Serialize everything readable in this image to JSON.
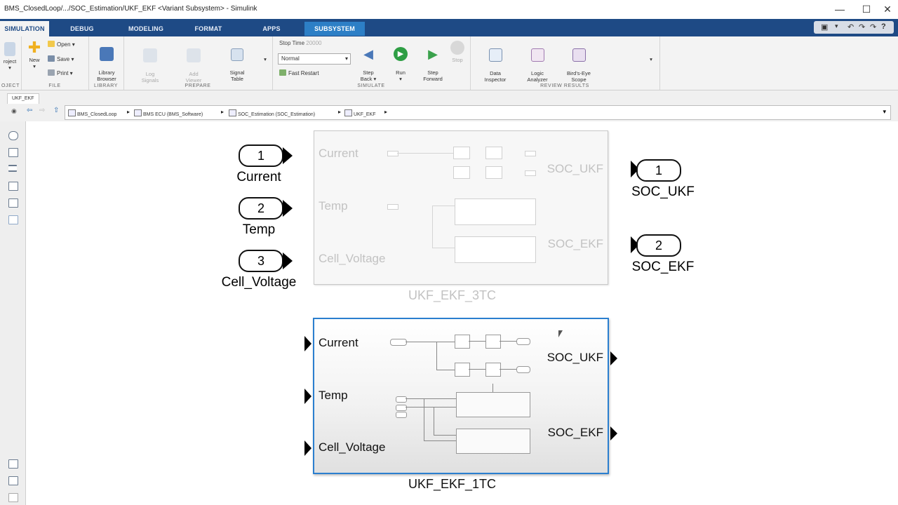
{
  "window": {
    "title": "BMS_ClosedLoop/.../SOC_Estimation/UKF_EKF  <Variant Subsystem> - Simulink",
    "controls": [
      "—",
      "☐",
      "✕"
    ]
  },
  "ribbon_tabs": [
    {
      "label": "SIMULATION"
    },
    {
      "label": "DEBUG"
    },
    {
      "label": "MODELING"
    },
    {
      "label": "FORMAT"
    },
    {
      "label": "APPS"
    },
    {
      "label": "SUBSYSTEM"
    }
  ],
  "toolstrip": {
    "project": {
      "label": "roject",
      "group": "OJECT"
    },
    "file": {
      "new": "New",
      "open": "Open",
      "save": "Save",
      "print": "Print",
      "group": "FILE"
    },
    "library": {
      "label": "Library\nBrowser",
      "group": "LIBRARY"
    },
    "prepare": {
      "log_signals": "Log\nSignals",
      "add_viewer": "Add\nViewer",
      "signal_table": "Signal\nTable",
      "group": "PREPARE"
    },
    "simulate": {
      "stop_time_label": "Stop Time",
      "stop_time_value": "20000",
      "mode": "Normal",
      "fast_restart": "Fast Restart",
      "step_back": "Step\nBack",
      "run": "Run",
      "step_forward": "Step\nForward",
      "stop": "Stop",
      "group": "SIMULATE"
    },
    "review": {
      "data_inspector": "Data\nInspector",
      "logic_analyzer": "Logic\nAnalyzer",
      "birds_eye": "Bird's-Eye\nScope",
      "group": "REVIEW RESULTS"
    }
  },
  "model_tab": "UKF_EKF",
  "breadcrumb": [
    {
      "label": "BMS_ClosedLoop"
    },
    {
      "label": "BMS ECU (BMS_Software)"
    },
    {
      "label": "SOC_Estimation (SOC_Estimation)"
    },
    {
      "label": "UKF_EKF"
    }
  ],
  "diagram": {
    "inports": [
      {
        "number": "1",
        "label": "Current"
      },
      {
        "number": "2",
        "label": "Temp"
      },
      {
        "number": "3",
        "label": "Cell_Voltage"
      }
    ],
    "outports": [
      {
        "number": "1",
        "label": "SOC_UKF"
      },
      {
        "number": "2",
        "label": "SOC_EKF"
      }
    ],
    "variant_3tc": {
      "name": "UKF_EKF_3TC",
      "inputs": [
        "Current",
        "Temp",
        "Cell_Voltage"
      ],
      "outputs": [
        "SOC_UKF",
        "SOC_EKF"
      ]
    },
    "variant_1tc": {
      "name": "UKF_EKF_1TC",
      "inputs": [
        "Current",
        "Temp",
        "Cell_Voltage"
      ],
      "outputs": [
        "SOC_UKF",
        "SOC_EKF"
      ]
    }
  },
  "colors": {
    "ribbon_bar": "#1e4a85",
    "subsystem_tab": "#2d7fc6",
    "selection": "#2b7fcf"
  }
}
